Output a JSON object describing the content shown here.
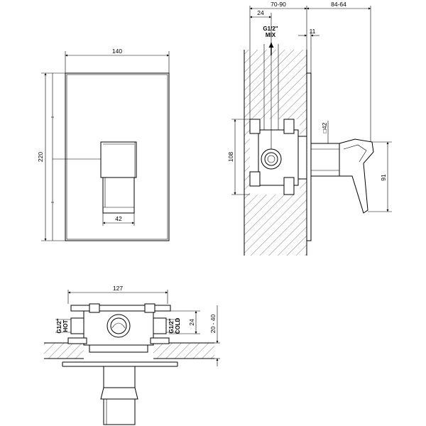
{
  "drawing": {
    "front_view": {
      "width_label": "140",
      "height_label": "220",
      "handle_width_label": "42"
    },
    "side_view": {
      "wall_depth_label": "70-90",
      "mix_offset_label": "24",
      "protrusion_label": "84-64",
      "plate_label": "11",
      "mix_thread_label": "G1/2\"",
      "mix_label": "MIX",
      "body_height_label": "108",
      "square_label": "□42",
      "handle_height_label": "91"
    },
    "top_view": {
      "width_label": "127",
      "hot_thread_label": "G1/2\"",
      "hot_label": "HOT",
      "cold_thread_label": "G1/2\"",
      "cold_label": "COLD",
      "inlet_offset_label": "24",
      "depth_label": "20 - 40"
    }
  }
}
